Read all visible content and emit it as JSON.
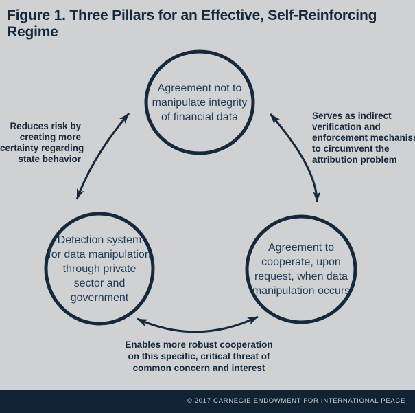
{
  "title": "Figure 1. Three Pillars for an Effective, Self-Reinforcing Regime",
  "nodes": {
    "top": {
      "name": "Agreement not to manipulate integrity of financial data",
      "lines": [
        "Agreement not to",
        "manipulate integrity",
        "of financial data"
      ]
    },
    "bottom_left": {
      "name": "Detection system for data manipulation through private sector and government",
      "lines": [
        "Detection system",
        "for data manipulation",
        "through private",
        "sector and",
        "government"
      ]
    },
    "bottom_right": {
      "name": "Agreement to cooperate, upon request, when data manipulation occurs",
      "lines": [
        "Agreement to",
        "cooperate, upon",
        "request, when data",
        "manipulation occurs"
      ]
    }
  },
  "edge_labels": {
    "left": {
      "name": "Reduces risk by creating more certainty regarding state behavior",
      "lines": [
        "Reduces risk by",
        "creating more",
        "certainty regarding",
        "state behavior"
      ]
    },
    "right": {
      "name": "Serves as indirect verification and enforcement mechanism to circumvent the attribution problem",
      "lines": [
        "Serves as indirect",
        "verification and",
        "enforcement mechanism",
        "to circumvent the",
        "attribution problem"
      ]
    },
    "bottom": {
      "name": "Enables more robust cooperation on this specific, critical threat of common concern and interest",
      "lines": [
        "Enables more robust cooperation",
        "on this specific, critical threat of",
        "common concern and interest"
      ]
    }
  },
  "footer": {
    "text": "© 2017 CARNEGIE ENDOWMENT FOR INTERNATIONAL PEACE"
  },
  "colors": {
    "background": "#d0d1d3",
    "navy": "#15283c",
    "node_text": "#1d3a56",
    "footer_bar": "#0f2334",
    "footer_text": "#c6cdd3"
  }
}
